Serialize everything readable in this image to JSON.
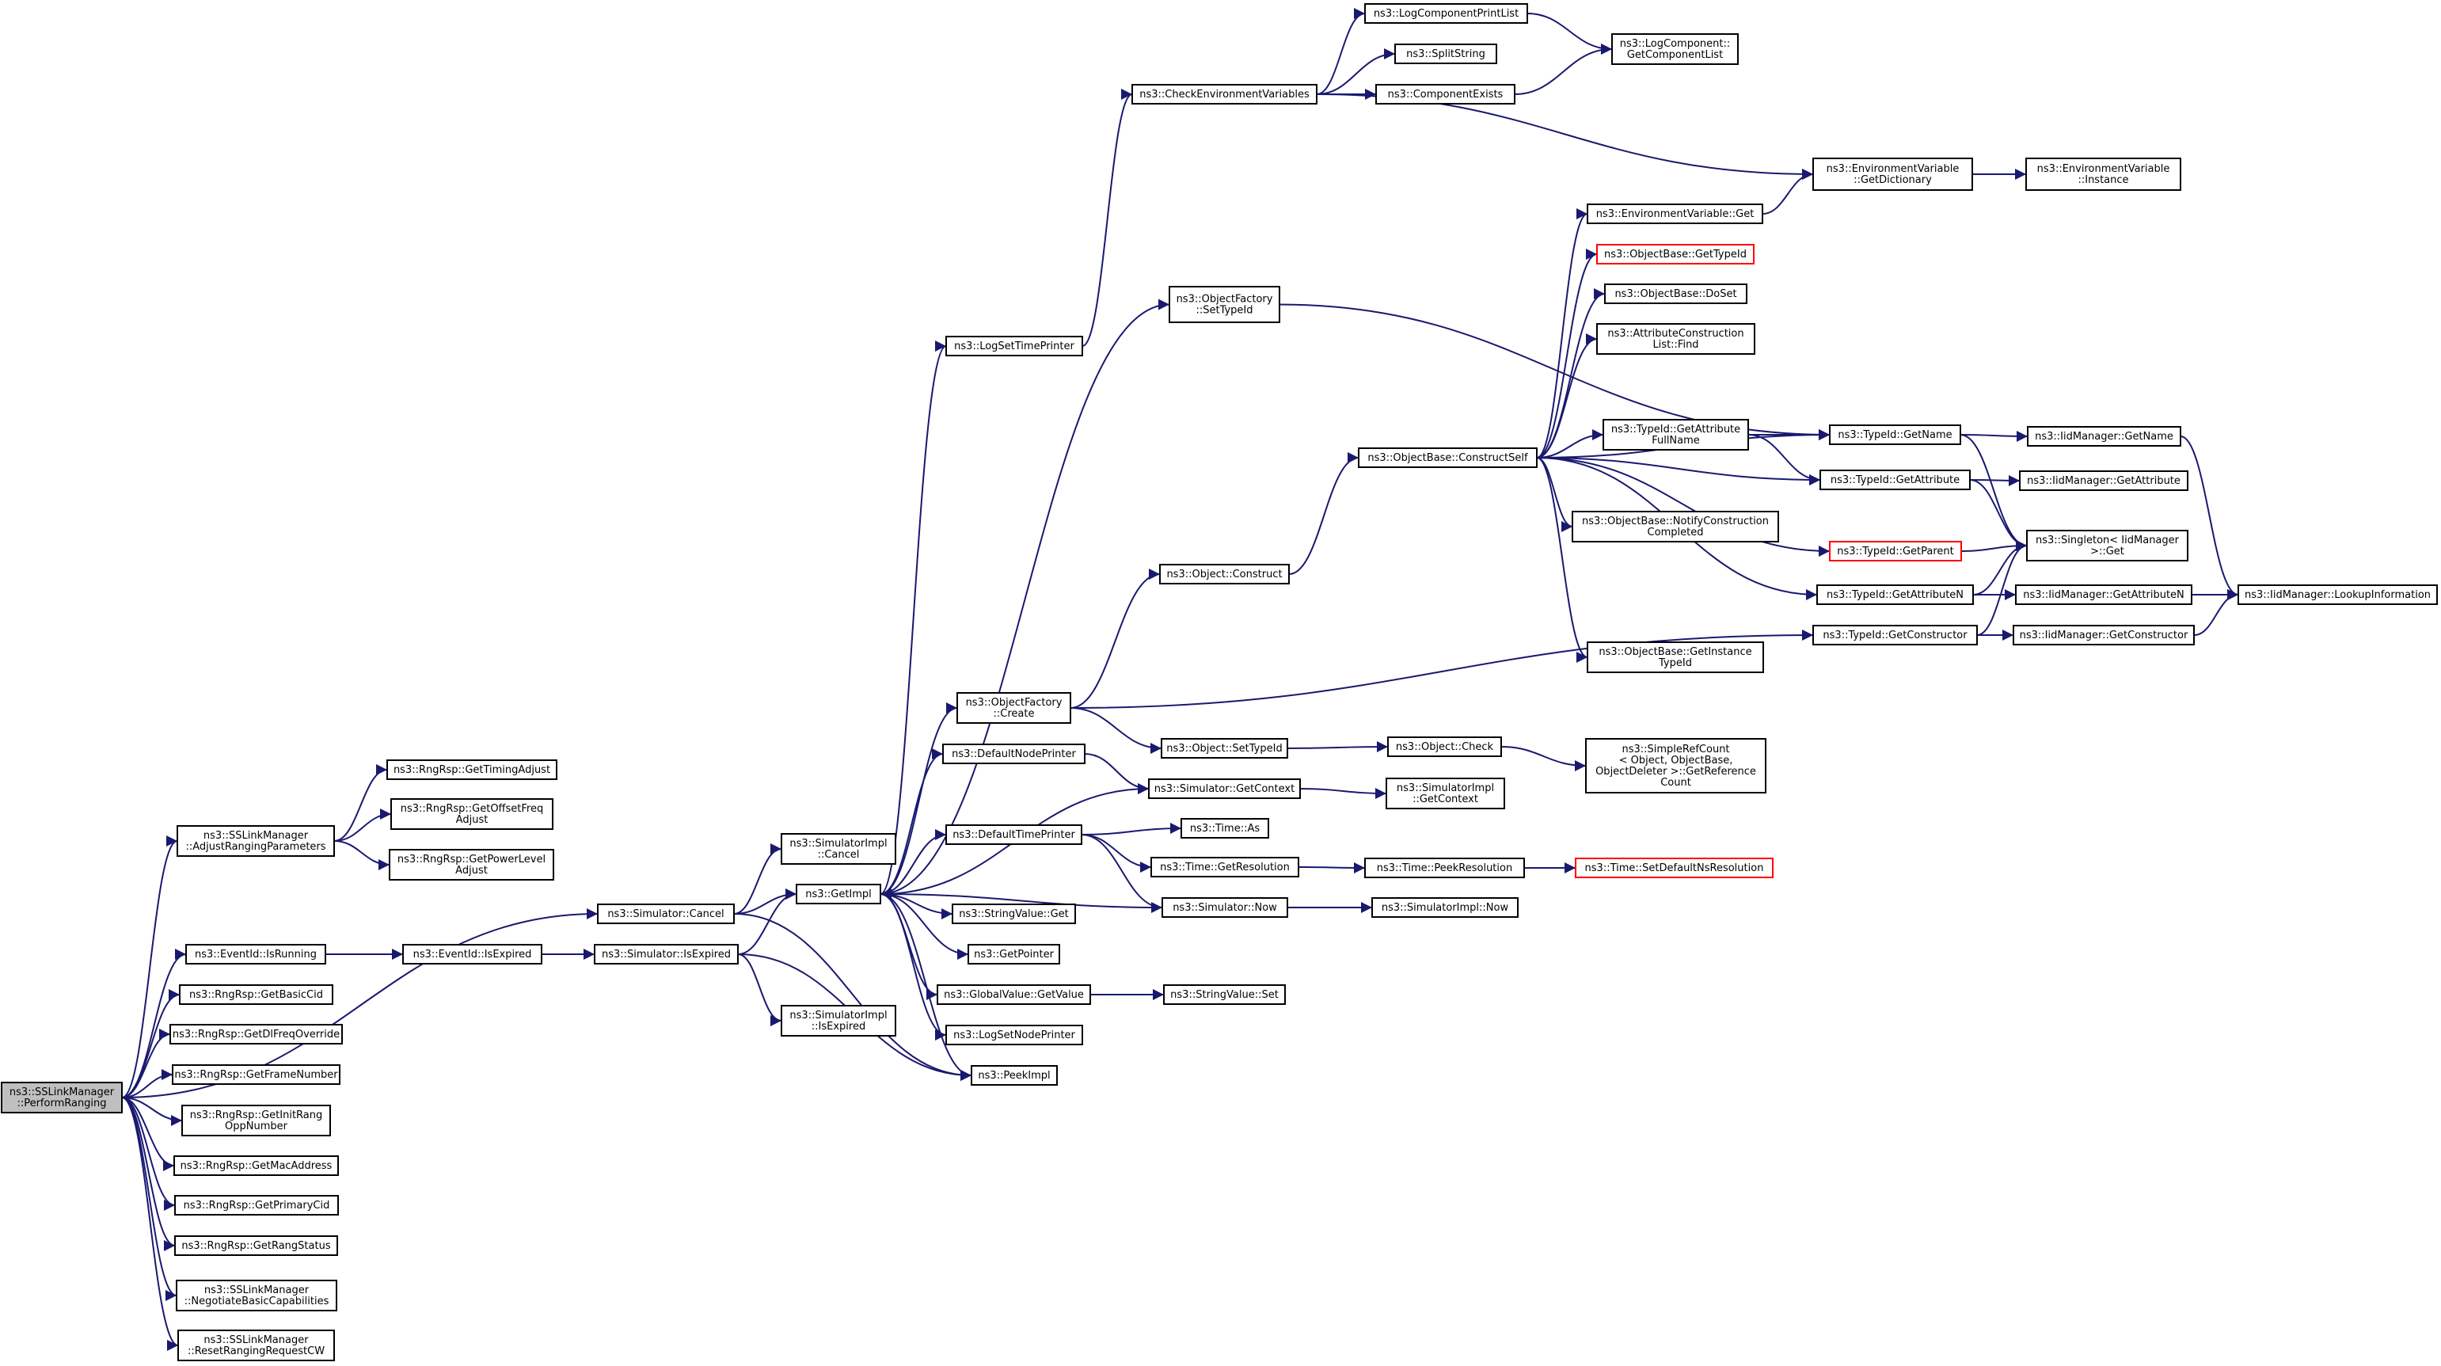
{
  "colors": {
    "edge": "#191970",
    "node_border": "#000000",
    "link_border": "#ff0000",
    "root_fill": "#bfbfbf",
    "node_fill": "#ffffff",
    "text": "#000000"
  },
  "nodes": [
    {
      "id": "root",
      "lines": [
        "ns3::SSLinkManager",
        "::PerformRanging"
      ],
      "root": true
    },
    {
      "id": "adjust",
      "lines": [
        "ns3::SSLinkManager",
        "::AdjustRangingParameters"
      ]
    },
    {
      "id": "gettimingadjust",
      "lines": [
        "ns3::RngRsp::GetTimingAdjust"
      ]
    },
    {
      "id": "getoffset",
      "lines": [
        "ns3::RngRsp::GetOffsetFreq",
        "Adjust"
      ]
    },
    {
      "id": "getpower",
      "lines": [
        "ns3::RngRsp::GetPowerLevel",
        "Adjust"
      ]
    },
    {
      "id": "isrunning",
      "lines": [
        "ns3::EventId::IsRunning"
      ]
    },
    {
      "id": "eventisexpired",
      "lines": [
        "ns3::EventId::IsExpired"
      ]
    },
    {
      "id": "getbasiccid",
      "lines": [
        "ns3::RngRsp::GetBasicCid"
      ]
    },
    {
      "id": "getdlfreq",
      "lines": [
        "ns3::RngRsp::GetDlFreqOverride"
      ]
    },
    {
      "id": "getframenumber",
      "lines": [
        "ns3::RngRsp::GetFrameNumber"
      ]
    },
    {
      "id": "getinitrang",
      "lines": [
        "ns3::RngRsp::GetInitRang",
        "OppNumber"
      ]
    },
    {
      "id": "getmacaddress",
      "lines": [
        "ns3::RngRsp::GetMacAddress"
      ]
    },
    {
      "id": "getprimarycid",
      "lines": [
        "ns3::RngRsp::GetPrimaryCid"
      ]
    },
    {
      "id": "getrangstatus",
      "lines": [
        "ns3::RngRsp::GetRangStatus"
      ]
    },
    {
      "id": "negotiate",
      "lines": [
        "ns3::SSLinkManager",
        "::NegotiateBasicCapabilities"
      ]
    },
    {
      "id": "resetranging",
      "lines": [
        "ns3::SSLinkManager",
        "::ResetRangingRequestCW"
      ]
    },
    {
      "id": "simcancel",
      "lines": [
        "ns3::Simulator::Cancel"
      ]
    },
    {
      "id": "simisexpired",
      "lines": [
        "ns3::Simulator::IsExpired"
      ]
    },
    {
      "id": "simimplcancel",
      "lines": [
        "ns3::SimulatorImpl",
        "::Cancel"
      ]
    },
    {
      "id": "simimplisexpired",
      "lines": [
        "ns3::SimulatorImpl",
        "::IsExpired"
      ]
    },
    {
      "id": "getimpl",
      "lines": [
        "ns3::GetImpl"
      ]
    },
    {
      "id": "logsettimeprinter",
      "lines": [
        "ns3::LogSetTimePrinter"
      ]
    },
    {
      "id": "objfactorycreate",
      "lines": [
        "ns3::ObjectFactory",
        "::Create"
      ]
    },
    {
      "id": "defaultnodeprinter",
      "lines": [
        "ns3::DefaultNodePrinter"
      ]
    },
    {
      "id": "defaulttimeprinter",
      "lines": [
        "ns3::DefaultTimePrinter"
      ]
    },
    {
      "id": "stringvalueget",
      "lines": [
        "ns3::StringValue::Get"
      ]
    },
    {
      "id": "getpointer",
      "lines": [
        "ns3::GetPointer"
      ]
    },
    {
      "id": "globalvaluegetvalue",
      "lines": [
        "ns3::GlobalValue::GetValue"
      ]
    },
    {
      "id": "logsetnodeprinter",
      "lines": [
        "ns3::LogSetNodePrinter"
      ]
    },
    {
      "id": "peekimpl",
      "lines": [
        "ns3::PeekImpl"
      ]
    },
    {
      "id": "checkenv",
      "lines": [
        "ns3::CheckEnvironmentVariables"
      ]
    },
    {
      "id": "objfactorysettypeid",
      "lines": [
        "ns3::ObjectFactory",
        "::SetTypeId"
      ]
    },
    {
      "id": "objectconstruct",
      "lines": [
        "ns3::Object::Construct"
      ]
    },
    {
      "id": "objectsettypeid",
      "lines": [
        "ns3::Object::SetTypeId"
      ]
    },
    {
      "id": "simgetcontext",
      "lines": [
        "ns3::Simulator::GetContext"
      ]
    },
    {
      "id": "timeas",
      "lines": [
        "ns3::Time::As"
      ]
    },
    {
      "id": "timegetresolution",
      "lines": [
        "ns3::Time::GetResolution"
      ]
    },
    {
      "id": "simnow",
      "lines": [
        "ns3::Simulator::Now"
      ]
    },
    {
      "id": "stringvalueset",
      "lines": [
        "ns3::StringValue::Set"
      ]
    },
    {
      "id": "logcomponentprintlist",
      "lines": [
        "ns3::LogComponentPrintList"
      ]
    },
    {
      "id": "splitstring",
      "lines": [
        "ns3::SplitString"
      ]
    },
    {
      "id": "componentexists",
      "lines": [
        "ns3::ComponentExists"
      ]
    },
    {
      "id": "logcomponentgetlist",
      "lines": [
        "ns3::LogComponent::",
        "GetComponentList"
      ]
    },
    {
      "id": "envvargetdict",
      "lines": [
        "ns3::EnvironmentVariable",
        "::GetDictionary"
      ]
    },
    {
      "id": "envvarinstance",
      "lines": [
        "ns3::EnvironmentVariable",
        "::Instance"
      ]
    },
    {
      "id": "envvarget",
      "lines": [
        "ns3::EnvironmentVariable::Get"
      ]
    },
    {
      "id": "objbasegettypeid",
      "lines": [
        "ns3::ObjectBase::GetTypeId"
      ],
      "link": true
    },
    {
      "id": "objbasedoset",
      "lines": [
        "ns3::ObjectBase::DoSet"
      ]
    },
    {
      "id": "attrconstructionfind",
      "lines": [
        "ns3::AttributeConstruction",
        "List::Find"
      ]
    },
    {
      "id": "objbaseconstructself",
      "lines": [
        "ns3::ObjectBase::ConstructSelf"
      ]
    },
    {
      "id": "typeidgetattrfullname",
      "lines": [
        "ns3::TypeId::GetAttribute",
        "FullName"
      ]
    },
    {
      "id": "notifyconstruction",
      "lines": [
        "ns3::ObjectBase::NotifyConstruction",
        "Completed"
      ]
    },
    {
      "id": "getinstancetypeid",
      "lines": [
        "ns3::ObjectBase::GetInstance",
        "TypeId"
      ]
    },
    {
      "id": "objectcheck",
      "lines": [
        "ns3::Object::Check"
      ]
    },
    {
      "id": "simplerefcount",
      "lines": [
        "ns3::SimpleRefCount",
        "< Object, ObjectBase,",
        "ObjectDeleter >::GetReference",
        "Count"
      ]
    },
    {
      "id": "simimplgetcontext",
      "lines": [
        "ns3::SimulatorImpl",
        "::GetContext"
      ]
    },
    {
      "id": "timepeekresolution",
      "lines": [
        "ns3::Time::PeekResolution"
      ]
    },
    {
      "id": "simimplnow",
      "lines": [
        "ns3::SimulatorImpl::Now"
      ]
    },
    {
      "id": "typeidgetname",
      "lines": [
        "ns3::TypeId::GetName"
      ]
    },
    {
      "id": "typeidgetattribute",
      "lines": [
        "ns3::TypeId::GetAttribute"
      ]
    },
    {
      "id": "typeidgetparent",
      "lines": [
        "ns3::TypeId::GetParent"
      ],
      "link": true
    },
    {
      "id": "typeidgetattributen",
      "lines": [
        "ns3::TypeId::GetAttributeN"
      ]
    },
    {
      "id": "typeidgetconstructor",
      "lines": [
        "ns3::TypeId::GetConstructor"
      ]
    },
    {
      "id": "settimedefaultns",
      "lines": [
        "ns3::Time::SetDefaultNsResolution"
      ],
      "link": true
    },
    {
      "id": "iidgetname",
      "lines": [
        "ns3::IidManager::GetName"
      ]
    },
    {
      "id": "iidgetattribute",
      "lines": [
        "ns3::IidManager::GetAttribute"
      ]
    },
    {
      "id": "singletonget",
      "lines": [
        "ns3::Singleton< IidManager",
        ">::Get"
      ]
    },
    {
      "id": "iidgetattributen",
      "lines": [
        "ns3::IidManager::GetAttributeN"
      ]
    },
    {
      "id": "iidgetconstructor",
      "lines": [
        "ns3::IidManager::GetConstructor"
      ]
    },
    {
      "id": "iidlookup",
      "lines": [
        "ns3::IidManager::LookupInformation"
      ]
    }
  ],
  "edges": [
    [
      "root",
      "adjust"
    ],
    [
      "root",
      "simcancel"
    ],
    [
      "root",
      "isrunning"
    ],
    [
      "root",
      "getbasiccid"
    ],
    [
      "root",
      "getdlfreq"
    ],
    [
      "root",
      "getframenumber"
    ],
    [
      "root",
      "getinitrang"
    ],
    [
      "root",
      "getmacaddress"
    ],
    [
      "root",
      "getprimarycid"
    ],
    [
      "root",
      "getrangstatus"
    ],
    [
      "root",
      "negotiate"
    ],
    [
      "root",
      "resetranging"
    ],
    [
      "adjust",
      "gettimingadjust"
    ],
    [
      "adjust",
      "getoffset"
    ],
    [
      "adjust",
      "getpower"
    ],
    [
      "isrunning",
      "eventisexpired"
    ],
    [
      "eventisexpired",
      "simisexpired"
    ],
    [
      "simcancel",
      "getimpl"
    ],
    [
      "simcancel",
      "simimplcancel"
    ],
    [
      "simcancel",
      "peekimpl"
    ],
    [
      "simisexpired",
      "getimpl"
    ],
    [
      "simisexpired",
      "simimplisexpired"
    ],
    [
      "simisexpired",
      "peekimpl"
    ],
    [
      "getimpl",
      "logsettimeprinter"
    ],
    [
      "getimpl",
      "objfactorysettypeid"
    ],
    [
      "getimpl",
      "objfactorycreate"
    ],
    [
      "getimpl",
      "defaultnodeprinter"
    ],
    [
      "getimpl",
      "defaulttimeprinter"
    ],
    [
      "getimpl",
      "stringvalueget"
    ],
    [
      "getimpl",
      "getpointer"
    ],
    [
      "getimpl",
      "globalvaluegetvalue"
    ],
    [
      "getimpl",
      "logsetnodeprinter"
    ],
    [
      "getimpl",
      "peekimpl"
    ],
    [
      "getimpl",
      "simgetcontext"
    ],
    [
      "logsettimeprinter",
      "checkenv"
    ],
    [
      "checkenv",
      "logcomponentprintlist"
    ],
    [
      "checkenv",
      "splitstring"
    ],
    [
      "checkenv",
      "componentexists"
    ],
    [
      "checkenv",
      "envvargetdict"
    ],
    [
      "logcomponentprintlist",
      "logcomponentgetlist"
    ],
    [
      "componentexists",
      "logcomponentgetlist"
    ],
    [
      "envvargetdict",
      "envvarinstance"
    ],
    [
      "envvarget",
      "envvargetdict"
    ],
    [
      "objfactorysettypeid",
      "typeidgetname"
    ],
    [
      "objfactorycreate",
      "objectconstruct"
    ],
    [
      "objfactorycreate",
      "objectsettypeid"
    ],
    [
      "objfactorycreate",
      "typeidgetconstructor"
    ],
    [
      "objectconstruct",
      "objbaseconstructself"
    ],
    [
      "objbaseconstructself",
      "envvarget"
    ],
    [
      "objbaseconstructself",
      "objbasegettypeid"
    ],
    [
      "objbaseconstructself",
      "objbasedoset"
    ],
    [
      "objbaseconstructself",
      "attrconstructionfind"
    ],
    [
      "objbaseconstructself",
      "typeidgetattrfullname"
    ],
    [
      "objbaseconstructself",
      "typeidgetname"
    ],
    [
      "objbaseconstructself",
      "typeidgetattribute"
    ],
    [
      "objbaseconstructself",
      "notifyconstruction"
    ],
    [
      "objbaseconstructself",
      "typeidgetparent"
    ],
    [
      "objbaseconstructself",
      "typeidgetattributen"
    ],
    [
      "objbaseconstructself",
      "getinstancetypeid"
    ],
    [
      "typeidgetattrfullname",
      "typeidgetname"
    ],
    [
      "typeidgetattrfullname",
      "typeidgetattribute"
    ],
    [
      "objectsettypeid",
      "objectcheck"
    ],
    [
      "objectcheck",
      "simplerefcount"
    ],
    [
      "defaultnodeprinter",
      "simgetcontext"
    ],
    [
      "simgetcontext",
      "simimplgetcontext"
    ],
    [
      "defaulttimeprinter",
      "timeas"
    ],
    [
      "defaulttimeprinter",
      "timegetresolution"
    ],
    [
      "defaulttimeprinter",
      "simnow"
    ],
    [
      "timegetresolution",
      "timepeekresolution"
    ],
    [
      "timepeekresolution",
      "settimedefaultns"
    ],
    [
      "simnow",
      "getimpl"
    ],
    [
      "simnow",
      "simimplnow"
    ],
    [
      "globalvaluegetvalue",
      "stringvalueset"
    ],
    [
      "typeidgetname",
      "iidgetname"
    ],
    [
      "typeidgetname",
      "singletonget"
    ],
    [
      "typeidgetattribute",
      "iidgetattribute"
    ],
    [
      "typeidgetattribute",
      "singletonget"
    ],
    [
      "typeidgetparent",
      "singletonget"
    ],
    [
      "typeidgetattributen",
      "iidgetattributen"
    ],
    [
      "typeidgetattributen",
      "singletonget"
    ],
    [
      "typeidgetconstructor",
      "iidgetconstructor"
    ],
    [
      "typeidgetconstructor",
      "singletonget"
    ],
    [
      "iidgetname",
      "iidlookup"
    ],
    [
      "iidgetattributen",
      "iidlookup"
    ],
    [
      "iidgetconstructor",
      "iidlookup"
    ]
  ]
}
